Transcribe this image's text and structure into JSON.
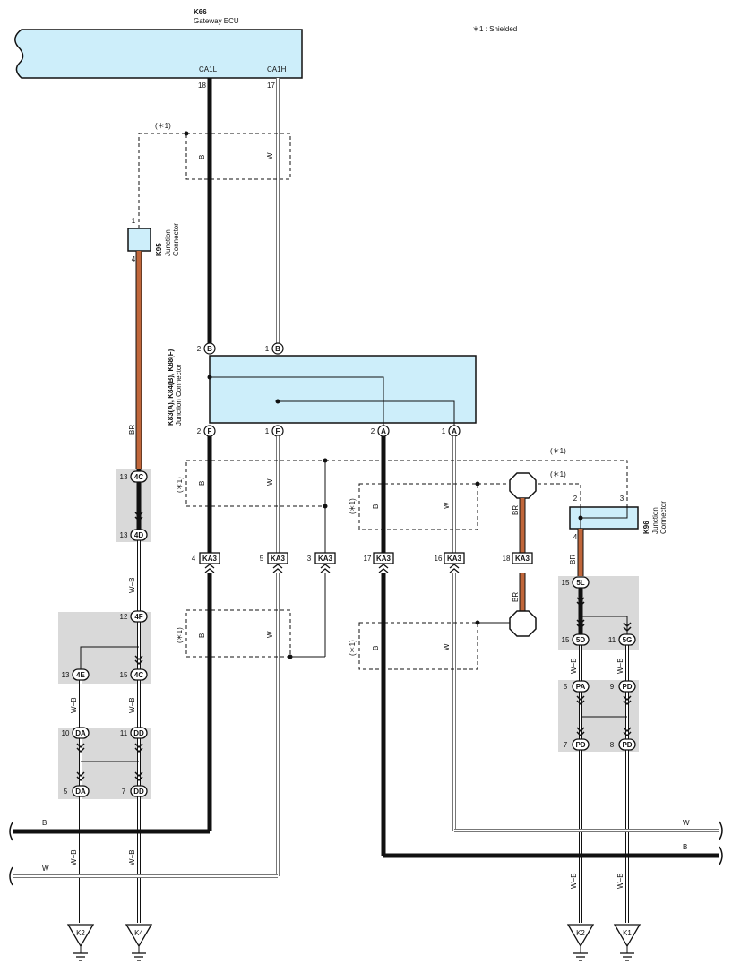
{
  "ecu": {
    "code": "K66",
    "name": "Gateway ECU",
    "pin_ca1l": "CA1L",
    "pin_ca1h": "CA1H",
    "pin_18": "18",
    "pin_17": "17"
  },
  "note": "＊1 : Shielded",
  "shield_ref": "(＊1)",
  "k95": {
    "code": "K95",
    "line1": "Junction",
    "line2": "Connector",
    "pin_top": "1",
    "pin_bottom": "4"
  },
  "junction": {
    "code": "K83(A), K84(B), K88(F)",
    "line1": "Junction Connector",
    "top_pins": [
      {
        "n": "2",
        "c": "B"
      },
      {
        "n": "1",
        "c": "B"
      }
    ],
    "bottom_pins": [
      {
        "n": "2",
        "c": "F"
      },
      {
        "n": "1",
        "c": "F"
      },
      {
        "n": "2",
        "c": "A"
      },
      {
        "n": "1",
        "c": "A"
      }
    ]
  },
  "k96": {
    "code": "K96",
    "line1": "Junction",
    "line2": "Connector",
    "pin_2": "2",
    "pin_3": "3",
    "pin_4": "4"
  },
  "ka3": [
    {
      "n": "4",
      "c": "KA3"
    },
    {
      "n": "5",
      "c": "KA3"
    },
    {
      "n": "3",
      "c": "KA3"
    },
    {
      "n": "17",
      "c": "KA3"
    },
    {
      "n": "16",
      "c": "KA3"
    },
    {
      "n": "18",
      "c": "KA3"
    }
  ],
  "wire_colors": {
    "B": "B",
    "W": "W",
    "BR": "BR",
    "WB": "W−B"
  },
  "inline": {
    "c4c_top": {
      "n": "13",
      "c": "4C"
    },
    "c4d": {
      "n": "13",
      "c": "4D"
    },
    "c4f": {
      "n": "12",
      "c": "4F"
    },
    "c4e": {
      "n": "13",
      "c": "4E"
    },
    "c4c_b": {
      "n": "15",
      "c": "4C"
    },
    "cda_t": {
      "n": "10",
      "c": "DA"
    },
    "cdd_t": {
      "n": "11",
      "c": "DD"
    },
    "cda_b": {
      "n": "5",
      "c": "DA"
    },
    "cdd_b": {
      "n": "7",
      "c": "DD"
    },
    "c5l": {
      "n": "15",
      "c": "5L"
    },
    "c5d": {
      "n": "15",
      "c": "5D"
    },
    "c5g": {
      "n": "11",
      "c": "5G"
    },
    "cpa": {
      "n": "5",
      "c": "PA"
    },
    "cpd1": {
      "n": "9",
      "c": "PD"
    },
    "cpd2": {
      "n": "7",
      "c": "PD"
    },
    "cpd3": {
      "n": "8",
      "c": "PD"
    }
  },
  "grounds": [
    {
      "label": "K2"
    },
    {
      "label": "K4"
    },
    {
      "label": "K2"
    },
    {
      "label": "K1"
    }
  ],
  "colors": {
    "box_fill": "#cdeefa",
    "conn_fill": "#d9d9d9",
    "brown": "#c0663a",
    "black": "#111111"
  }
}
